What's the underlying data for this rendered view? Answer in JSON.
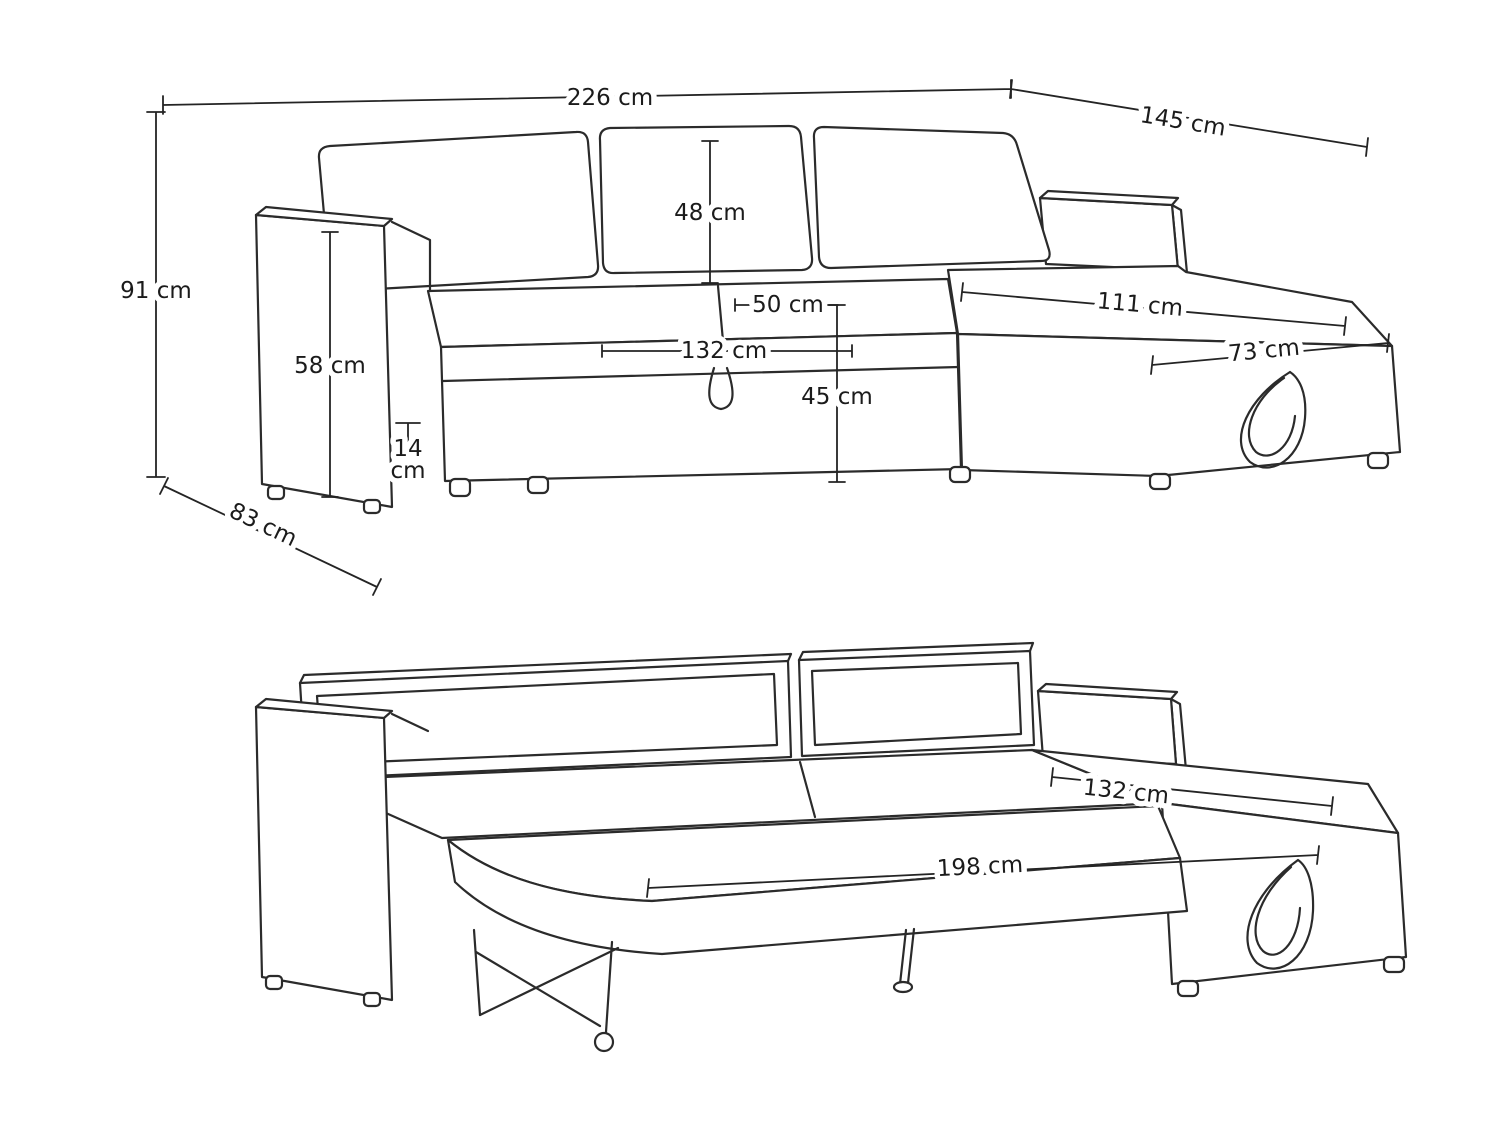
{
  "page": {
    "background": "#ffffff"
  },
  "style": {
    "line_color": "#2b2b2b",
    "dimension_line_color": "#242424",
    "label_color": "#1b1b1b"
  },
  "diagram": {
    "kind": "corner-sofa-bed-dimension-drawing",
    "views": [
      "sofa-closed",
      "sofa-bed-open"
    ]
  },
  "dims": {
    "sofa": {
      "overall_width": "226 cm",
      "chaise_depth": "145 cm",
      "overall_height": "91 cm",
      "body_depth": "83 cm",
      "back_cushion_height": "48 cm",
      "seat_depth": "50 cm",
      "seat_width": "132 cm",
      "seat_height": "45 cm",
      "chaise_seat_length": "111 cm",
      "chaise_seat_width": "73 cm",
      "armrest_height": "58 cm",
      "base_height_value": "14",
      "base_height_unit": "cm"
    },
    "bed": {
      "bed_section_width": "132 cm",
      "bed_length": "198 cm"
    }
  }
}
